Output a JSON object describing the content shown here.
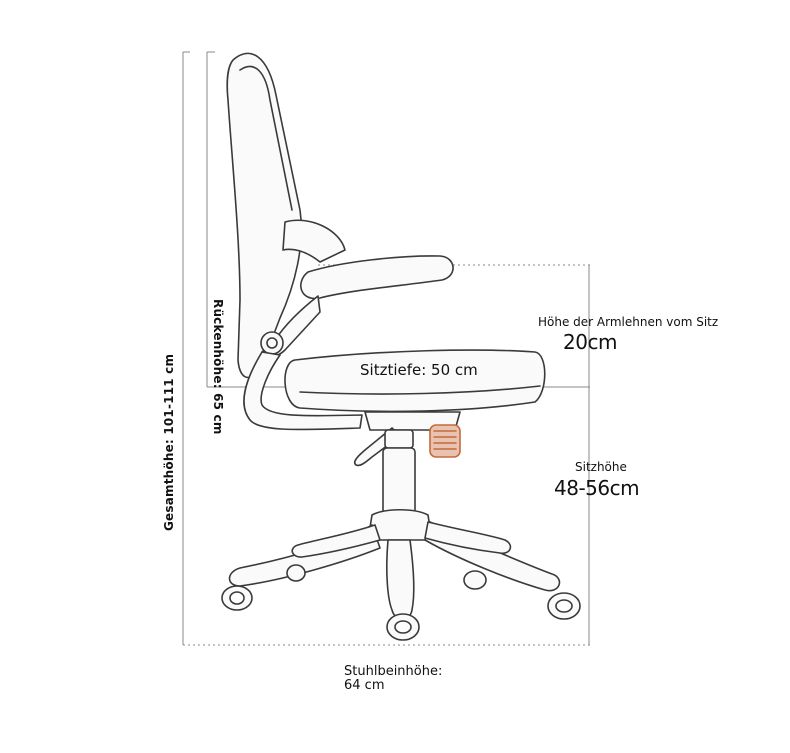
{
  "labels": {
    "total_height": "Gesamthöhe: 101-111 cm",
    "back_height": "Rückenhöhe: 65 cm",
    "seat_depth": "Sitztiefe: 50 cm",
    "armrest_title": "Höhe der Armlehnen vom Sitz",
    "armrest_value": "20cm",
    "seat_height_title": "Sitzhöhe",
    "seat_height_value": "48-56cm",
    "leg_line1": "Stuhlbeinhöhe:",
    "leg_line2": "64 cm"
  },
  "colors": {
    "line": "#7a7a7a",
    "chair": "#3a3a3a",
    "caster_accent": "#c56a3a"
  }
}
